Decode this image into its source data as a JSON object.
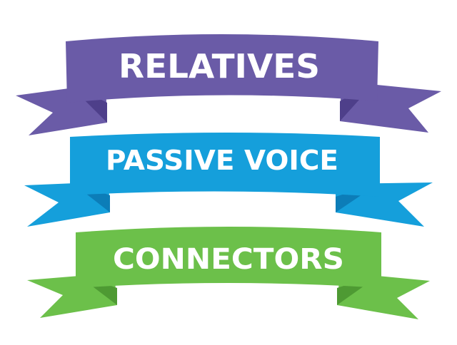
{
  "ribbons": [
    {
      "label": "RELATIVES",
      "color": "#6A5BA7",
      "dark": "#4E3F8A"
    },
    {
      "label": "PASSIVE VOICE",
      "color": "#159FDB",
      "dark": "#0C7DB8"
    },
    {
      "label": "CONNECTORS",
      "color": "#6CC04A",
      "dark": "#4E9A33"
    }
  ]
}
